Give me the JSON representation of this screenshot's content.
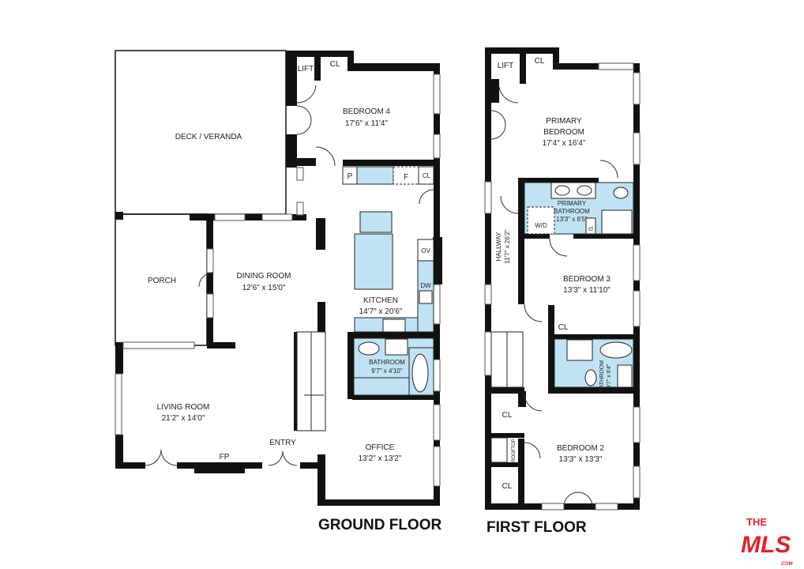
{
  "ground_floor": {
    "title": "GROUND FLOOR",
    "rooms": {
      "deck": {
        "name": "DECK / VERANDA"
      },
      "bedroom4": {
        "name": "BEDROOM 4",
        "dims": "17'6\" x 11'4\""
      },
      "lift": {
        "name": "LIFT"
      },
      "cl1": {
        "name": "CL"
      },
      "cl2": {
        "name": "CL"
      },
      "pantry": {
        "name": "P"
      },
      "fridge": {
        "name": "F"
      },
      "porch": {
        "name": "PORCH"
      },
      "dining": {
        "name": "DINING ROOM",
        "dims": "12'6\" x 15'0\""
      },
      "kitchen": {
        "name": "KITCHEN",
        "dims": "14'7\" x 20'6\""
      },
      "oven": {
        "name": "OV"
      },
      "dishwasher": {
        "name": "DW"
      },
      "bathroom": {
        "name": "BATHROOM",
        "dims": "9'7\" x 4'10\""
      },
      "living": {
        "name": "LIVING ROOM",
        "dims": "21'2\" x 14'0\""
      },
      "fireplace": {
        "name": "FP"
      },
      "entry": {
        "name": "ENTRY"
      },
      "office": {
        "name": "OFFICE",
        "dims": "13'2\" x 13'2\""
      }
    }
  },
  "first_floor": {
    "title": "FIRST FLOOR",
    "rooms": {
      "lift": {
        "name": "LIFT"
      },
      "cl1": {
        "name": "CL"
      },
      "primary_bedroom": {
        "name1": "PRIMARY",
        "name2": "BEDROOM",
        "dims": "17'4\" x 16'4\""
      },
      "primary_bath": {
        "name1": "PRIMARY",
        "name2": "BATHROOM",
        "dims": "13'3\" x 6'5\""
      },
      "wd": {
        "name": "W/D"
      },
      "linen": {
        "name": "cl"
      },
      "hallway": {
        "name": "HALLWAY",
        "dims": "11'7\" x 26'2\""
      },
      "bedroom3": {
        "name": "BEDROOM 3",
        "dims": "13'3\" x 11'10\""
      },
      "cl2": {
        "name": "CL"
      },
      "bathroom": {
        "name": "BATHROOM",
        "dims": "9'7\" x 6'4\""
      },
      "cl3": {
        "name": "CL"
      },
      "rooftop": {
        "name": "ROOFTOP"
      },
      "cl4": {
        "name": "CL"
      },
      "bedroom2": {
        "name": "BEDROOM 2",
        "dims": "13'3\" x 13'3\""
      }
    }
  },
  "logo": {
    "text": "THE MLS .COM"
  },
  "colors": {
    "wall": "#111111",
    "wet_area": "#bfe3f5",
    "logo": "#e4202a"
  }
}
